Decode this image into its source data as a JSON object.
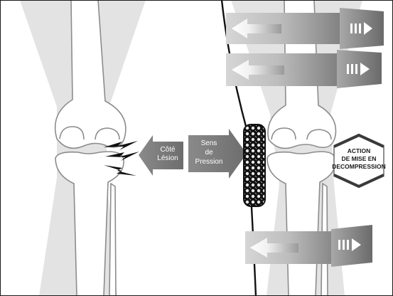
{
  "labels": {
    "cote_lesion": [
      "Côté",
      "Lésion"
    ],
    "sens_pression": [
      "Sens",
      "de",
      "Pression"
    ],
    "action": [
      "ACTION",
      "DE MISE EN",
      "DECOMPRESSION"
    ]
  },
  "colors": {
    "background": "#ffffff",
    "shadow": "#e3e3e3",
    "bone_fill": "#ffffff",
    "bone_stroke": "#8c8c8c",
    "arrow_dark": "#6e6e6e",
    "arrow_light": "#efefef",
    "pad": "#111111"
  },
  "icons": {
    "lesion_marks": "lightning-bolt-icon",
    "brace_arrows": "double-chevron-right-icon"
  }
}
